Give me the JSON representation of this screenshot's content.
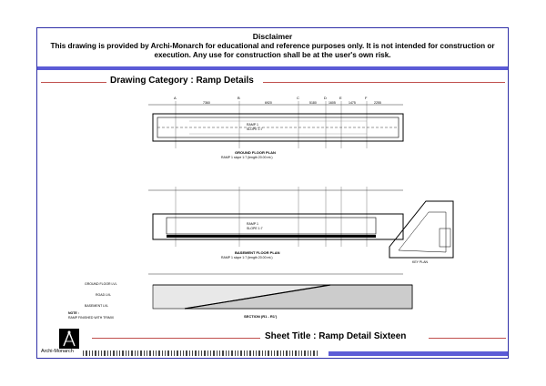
{
  "disclaimer": {
    "title": "Disclaimer",
    "text": "This drawing is provided by Archi-Monarch for educational and reference purposes only. It is not intended for construction or execution. Any use for construction shall be at the user's own risk."
  },
  "category": "Drawing Category : Ramp Details",
  "sheet_title": "Sheet Title : Ramp Detail Sixteen",
  "brand": "Archi-Monarch",
  "drawing": {
    "ground_plan_title": "GROUND FLOOR PLAN",
    "ground_plan_sub": "RAMP 1 slope 1:7 (length 20.00 mt.)",
    "basement_plan_title": "BASEMENT FLOOR PLAN",
    "basement_plan_sub": "RAMP 1 slope 1:7 (length 20.00 mt.)",
    "section_title": "SECTION (R1 - R1')",
    "note_title": "NOTE :",
    "note_text": "RAMP FINISHED WITH TRIMIX",
    "key_plan": "KEY PLAN",
    "ramp_label": "RAMP 1",
    "slope_label": "SLOPE 1:7",
    "ground_floor_level": "GROUND FLOOR LVL",
    "road_level": "ROAD LVL",
    "basement_level": "BASEMENT LVL",
    "grid_labels": [
      "A",
      "B",
      "C",
      "D",
      "E",
      "F"
    ],
    "dims": [
      "7360",
      "6920",
      "5180",
      "1605",
      "1475",
      "2255"
    ]
  },
  "colors": {
    "frame": "#2f2fa8",
    "accent_bar": "#5b5bd6",
    "rule": "#c0504d"
  }
}
